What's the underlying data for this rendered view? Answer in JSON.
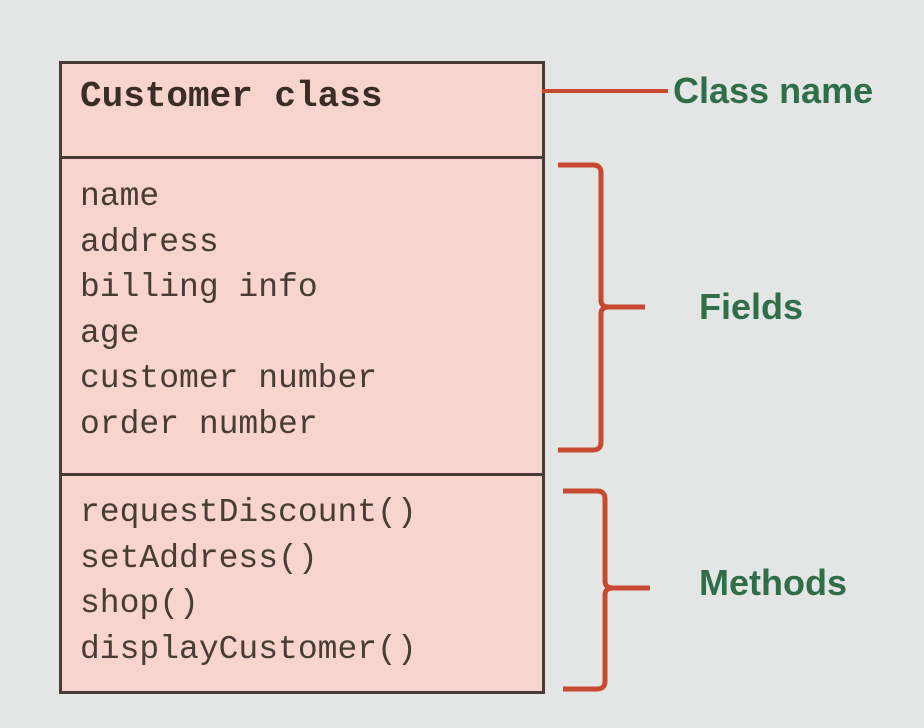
{
  "class_box": {
    "name": "Customer class",
    "fields": [
      "name",
      "address",
      "billing info",
      "age",
      "customer number",
      "order number"
    ],
    "methods": [
      "requestDiscount()",
      "setAddress()",
      "shop()",
      "displayCustomer()"
    ]
  },
  "annotations": {
    "class_name_label": "Class name",
    "fields_label": "Fields",
    "methods_label": "Methods"
  },
  "colors": {
    "box_fill": "#f7d4cd",
    "box_border": "#4a3b36",
    "bracket": "#c74a30",
    "label_text": "#2f6e48",
    "background": "#e4e6e5"
  }
}
